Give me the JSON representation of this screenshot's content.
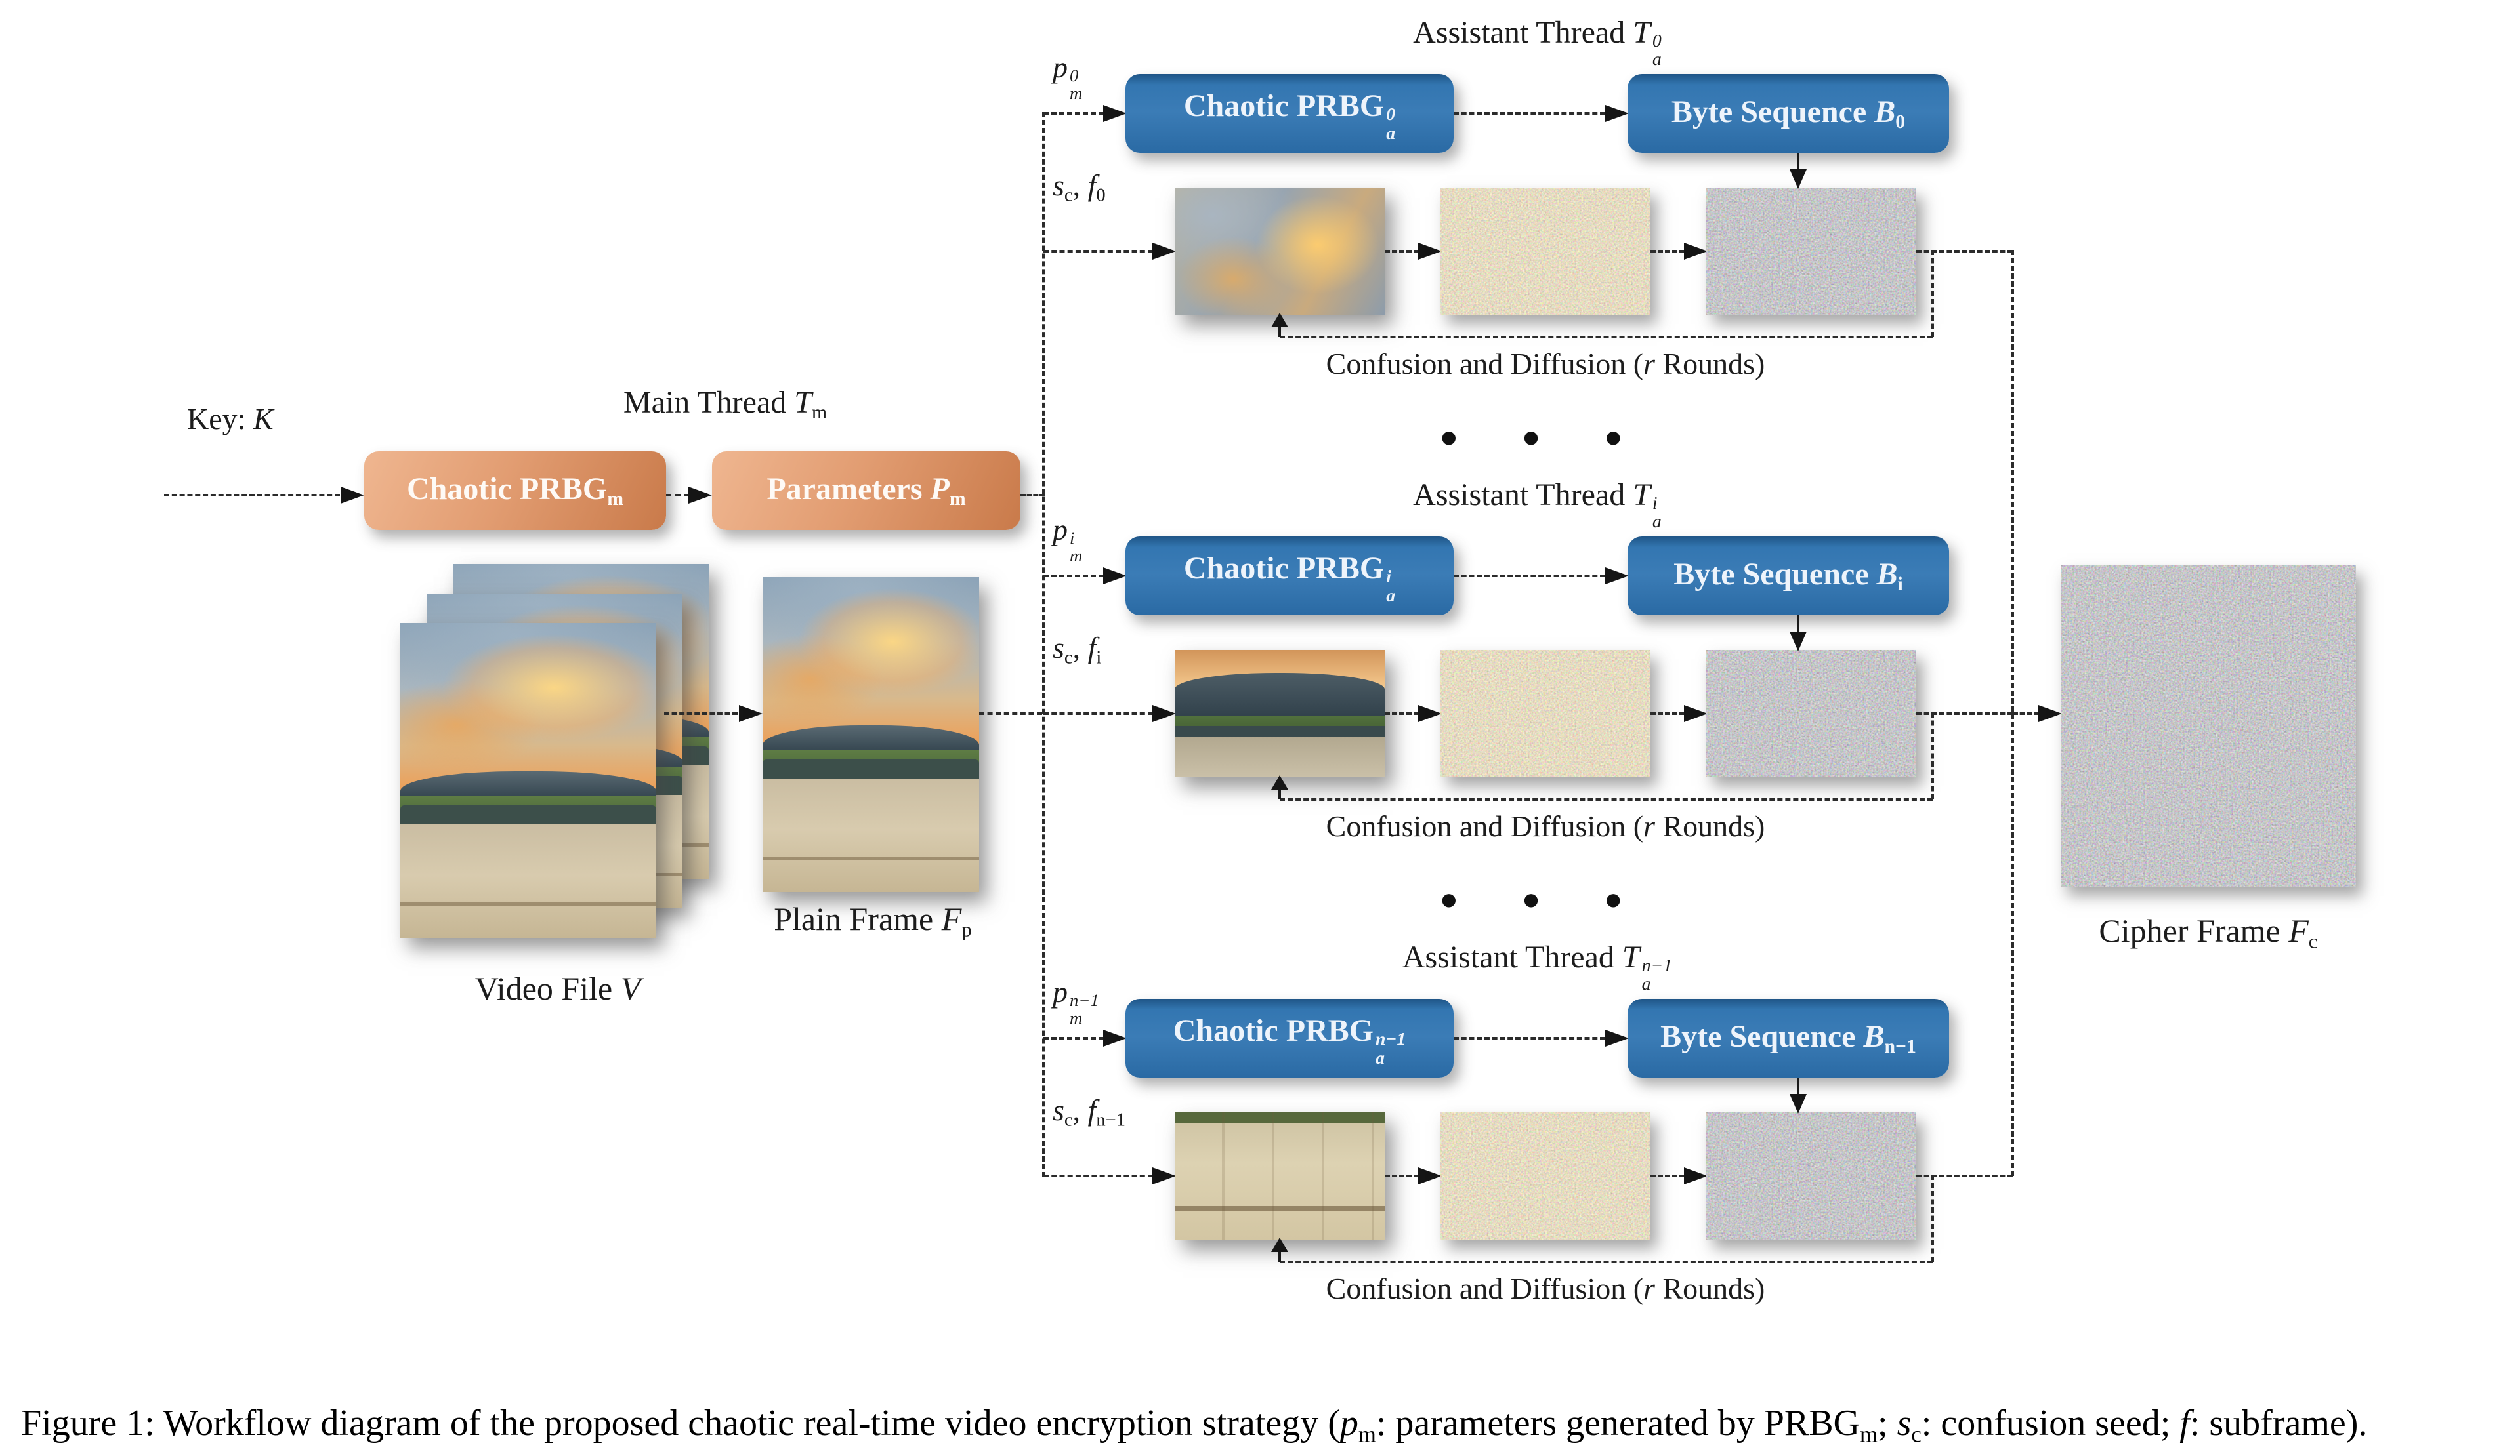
{
  "main": {
    "key_prefix": "Key: ",
    "key_var": "K",
    "title_prefix": "Main Thread ",
    "title_var": "T",
    "title_sub": "m",
    "prbg_text": "Chaotic PRBG",
    "prbg_sub": "m",
    "param_prefix": "Parameters ",
    "param_var": "P",
    "param_sub": "m"
  },
  "video_label": {
    "prefix": "Video File ",
    "var": "V"
  },
  "plain_label": {
    "prefix": "Plain Frame ",
    "var": "F",
    "sub": "p"
  },
  "cipher_label": {
    "prefix": "Cipher Frame ",
    "var": "F",
    "sub": "c"
  },
  "dots": "• • •",
  "threads": [
    {
      "title_prefix": "Assistant Thread ",
      "title_var": "T",
      "title_sup": "0",
      "title_sub": "a",
      "pm_base": "p",
      "pm_sup": "0",
      "pm_sub": "m",
      "scf_s": "s",
      "scf_s_sub": "c",
      "scf_sep": ", ",
      "scf_f": "f",
      "scf_f_sub": "0",
      "prbg_text": "Chaotic PRBG",
      "prbg_sup": "0",
      "prbg_sub": "a",
      "byte_prefix": "Byte Sequence ",
      "byte_var": "B",
      "byte_sub": "0",
      "conf_pre": "Confusion and Diffusion (",
      "conf_r": "r",
      "conf_post": " Rounds)"
    },
    {
      "title_prefix": "Assistant Thread ",
      "title_var": "T",
      "title_sup": "i",
      "title_sub": "a",
      "pm_base": "p",
      "pm_sup": "i",
      "pm_sub": "m",
      "scf_s": "s",
      "scf_s_sub": "c",
      "scf_sep": ", ",
      "scf_f": "f",
      "scf_f_sub": "i",
      "prbg_text": "Chaotic PRBG",
      "prbg_sup": "i",
      "prbg_sub": "a",
      "byte_prefix": "Byte Sequence ",
      "byte_var": "B",
      "byte_sub": "i",
      "conf_pre": "Confusion and Diffusion (",
      "conf_r": "r",
      "conf_post": " Rounds)"
    },
    {
      "title_prefix": "Assistant Thread ",
      "title_var": "T",
      "title_sup": "n−1",
      "title_sub": "a",
      "pm_base": "p",
      "pm_sup": "n−1",
      "pm_sub": "m",
      "scf_s": "s",
      "scf_s_sub": "c",
      "scf_sep": ", ",
      "scf_f": "f",
      "scf_f_sub": "n−1",
      "prbg_text": "Chaotic PRBG",
      "prbg_sup": "n−1",
      "prbg_sub": "a",
      "byte_prefix": "Byte Sequence ",
      "byte_var": "B",
      "byte_sub": "n−1",
      "conf_pre": "Confusion and Diffusion (",
      "conf_r": "r",
      "conf_post": " Rounds)"
    }
  ],
  "caption": {
    "c1": "Figure 1: Workflow diagram of the proposed chaotic real-time video encryption strategy (",
    "c2": "p",
    "c3": "m",
    "c4": ": parameters generated by PRBG",
    "c5": "m",
    "c6": "; ",
    "c7": "s",
    "c8": "c",
    "c9": ": confusion seed; ",
    "c10": "f",
    "c11": ": subframe)."
  },
  "colors": {
    "thread_box_blue": "#3376b1",
    "main_box_orange": "#e29d72",
    "dash_line": "#2b2b2b"
  }
}
